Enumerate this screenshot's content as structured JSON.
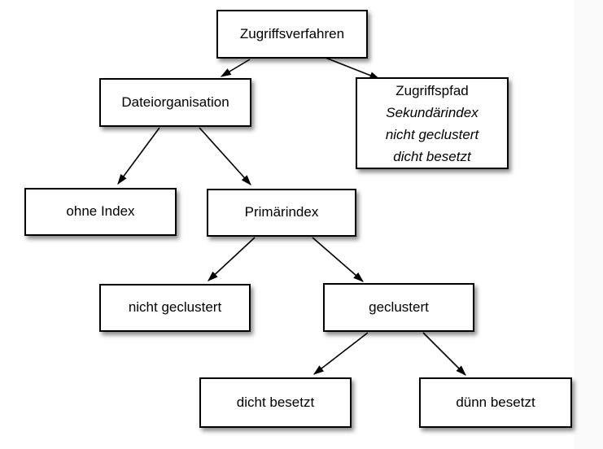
{
  "diagram": {
    "title_node": "Zugriffsverfahren",
    "nodes": {
      "root": {
        "label": "Zugriffsverfahren"
      },
      "dateiorganisation": {
        "label": "Dateiorganisation"
      },
      "zugriffspfad": {
        "line1": "Zugriffspfad",
        "line2": "Sekundärindex",
        "line3": "nicht geclustert",
        "line4": "dicht besetzt"
      },
      "ohne_index": {
        "label": "ohne Index"
      },
      "primaerindex": {
        "label": "Primärindex"
      },
      "nicht_geclustert": {
        "label": "nicht geclustert"
      },
      "geclustert": {
        "label": "geclustert"
      },
      "dicht_besetzt": {
        "label": "dicht besetzt"
      },
      "duenn_besetzt": {
        "label": "dünn besetzt"
      }
    },
    "edges": [
      {
        "from": "root",
        "to": "dateiorganisation"
      },
      {
        "from": "root",
        "to": "zugriffspfad"
      },
      {
        "from": "dateiorganisation",
        "to": "ohne_index"
      },
      {
        "from": "dateiorganisation",
        "to": "primaerindex"
      },
      {
        "from": "primaerindex",
        "to": "nicht_geclustert"
      },
      {
        "from": "primaerindex",
        "to": "geclustert"
      },
      {
        "from": "geclustert",
        "to": "dicht_besetzt"
      },
      {
        "from": "geclustert",
        "to": "duenn_besetzt"
      }
    ],
    "colors": {
      "box_background": "#ffffff",
      "box_border": "#000000",
      "text": "#000000",
      "arrow": "#000000",
      "page_background": "#ffffff",
      "page_edge_strip": "#fafafa"
    }
  }
}
